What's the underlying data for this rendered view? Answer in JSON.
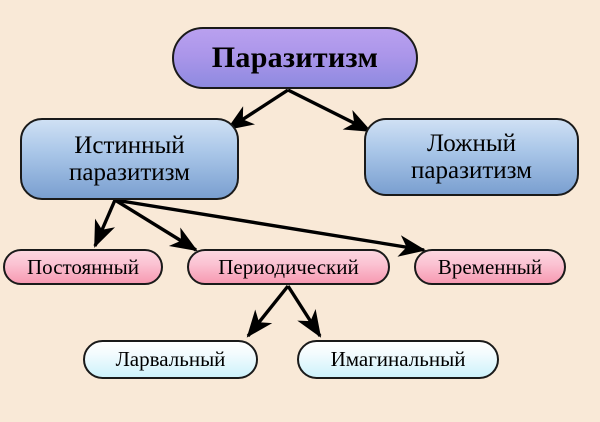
{
  "diagram": {
    "title": "Паразитизм",
    "background_color": "#f9e9d7",
    "nodes": {
      "root": {
        "label": "Паразитизм",
        "color": "#ab96ea",
        "level": 1
      },
      "true_parasitism": {
        "label": "Истинный\nпаразитизм",
        "color": "#a9c6e8",
        "level": 2
      },
      "false_parasitism": {
        "label": "Ложный\nпаразитизм",
        "color": "#a9c6e8",
        "level": 2
      },
      "permanent": {
        "label": "Постоянный",
        "color": "#fbc3d3",
        "level": 3
      },
      "periodic": {
        "label": "Периодический",
        "color": "#fbc3d3",
        "level": 3
      },
      "temporary": {
        "label": "Временный",
        "color": "#fbc3d3",
        "level": 3
      },
      "larval": {
        "label": "Ларвальный",
        "color": "#cdf2fb",
        "level": 4
      },
      "imaginal": {
        "label": "Имагинальный",
        "color": "#cdf2fb",
        "level": 4
      }
    },
    "edges": [
      {
        "from": "root",
        "to": "true_parasitism"
      },
      {
        "from": "root",
        "to": "false_parasitism"
      },
      {
        "from": "true_parasitism",
        "to": "permanent"
      },
      {
        "from": "true_parasitism",
        "to": "periodic"
      },
      {
        "from": "true_parasitism",
        "to": "temporary"
      },
      {
        "from": "periodic",
        "to": "larval"
      },
      {
        "from": "periodic",
        "to": "imaginal"
      }
    ],
    "edge_color": "#000000"
  }
}
